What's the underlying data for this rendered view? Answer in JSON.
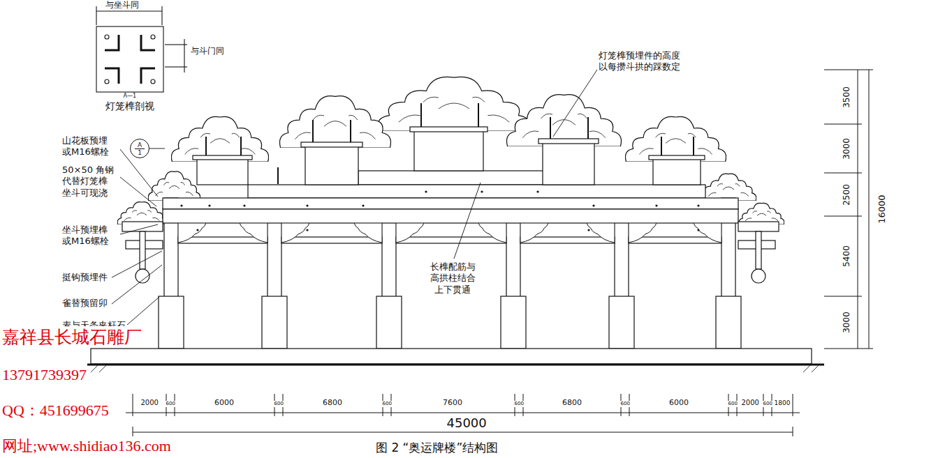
{
  "diagram": {
    "caption": "图 2 “奥运牌楼”结构图",
    "nodes": [
      {
        "text": [
          "A",
          "1"
        ]
      }
    ],
    "labels": [
      "与坐斗同",
      "与斗门同",
      "A—1",
      "灯笼榫剖视",
      "山花板预埋 或M16螺栓",
      "50×50 角钢 代替灯笼榫 坐斗可现浇",
      "坐斗预埋榫 或M16螺栓",
      "挺钩预埋件",
      "雀替预留卯",
      "麦与天条夹杆石",
      "灯笼榫预埋件的高度 以每攒斗拱的踩数定",
      "长榫配筋与 高拱柱结合 上下贯通",
      "3500",
      "3000",
      "2500",
      "5400",
      "3000",
      "16000",
      "2000",
      "600",
      "6000",
      "600",
      "6800",
      "600",
      "7600",
      "600",
      "6800",
      "600",
      "6000",
      "600",
      "2000",
      "600",
      "1800",
      "45000",
      "嘉祥县长城石雕厂",
      "13791739397",
      "QQ：451699675",
      "网址;www.shidiao136.com"
    ]
  }
}
